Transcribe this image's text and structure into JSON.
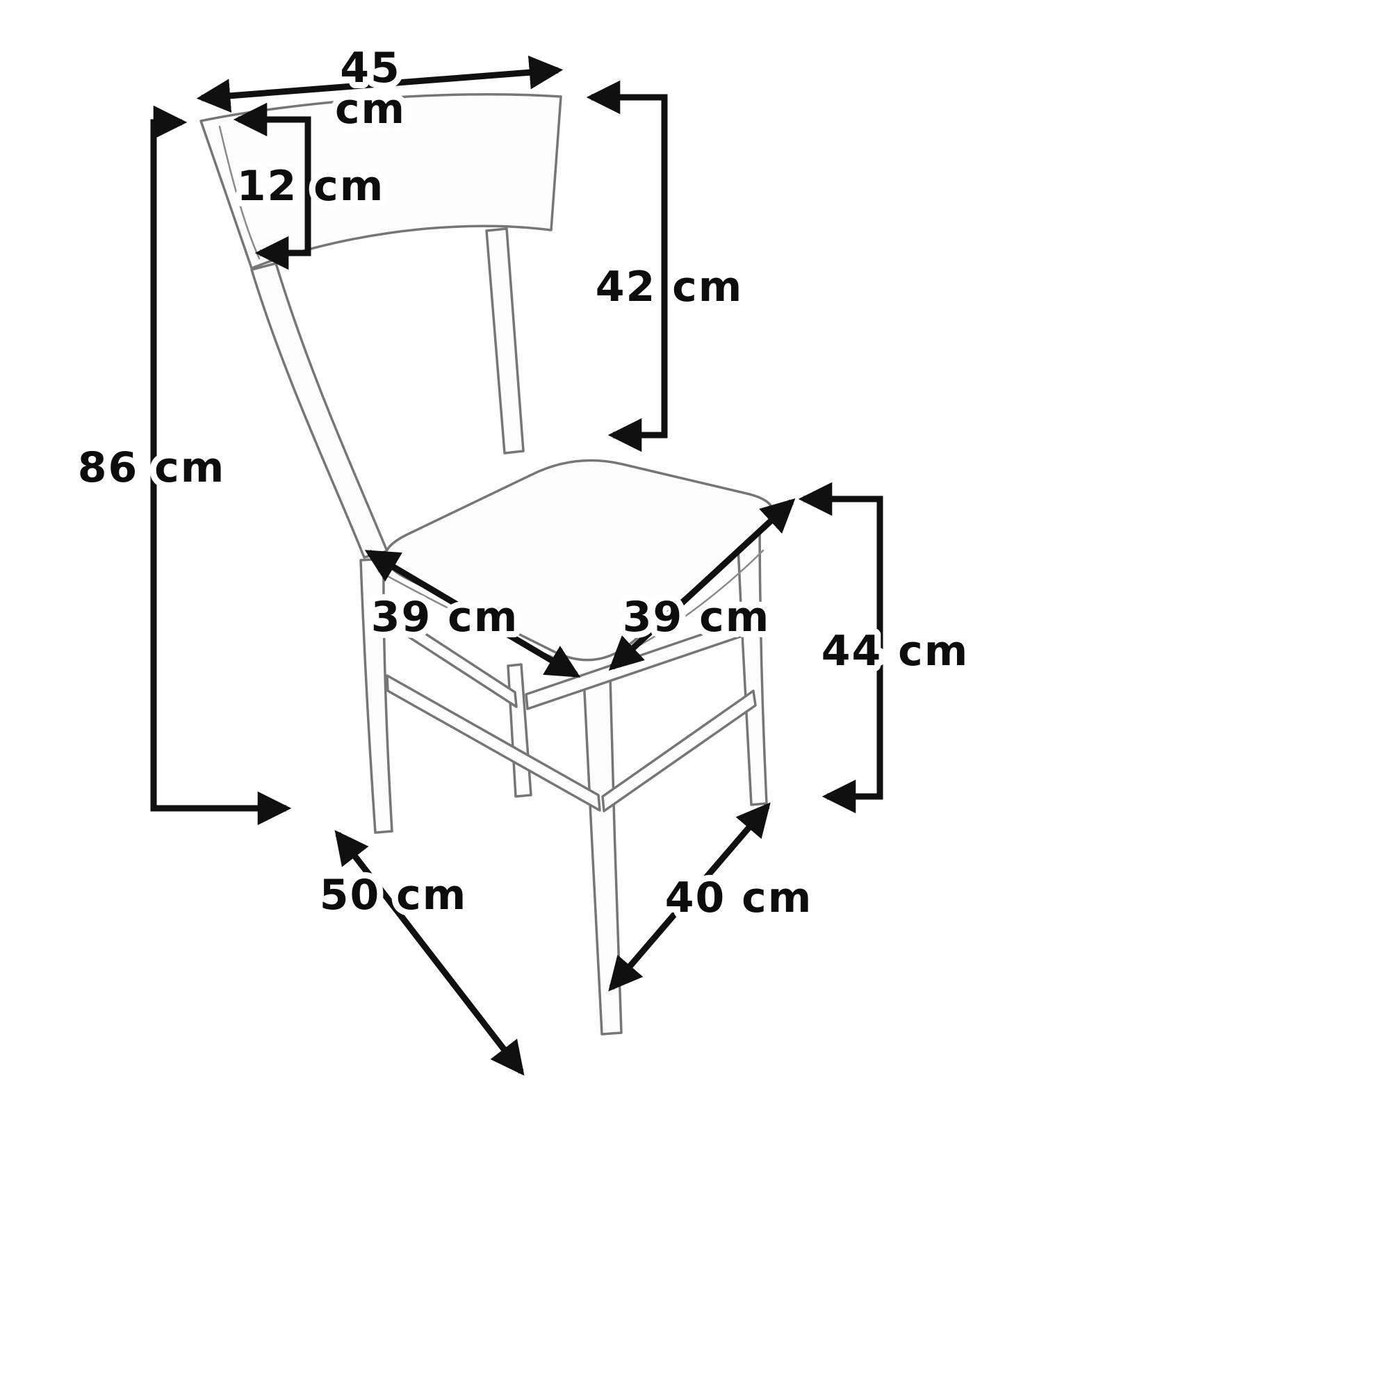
{
  "diagram": {
    "subject": "Chair dimensions drawing",
    "unit": "cm",
    "dimensions": {
      "backrest_width": {
        "value": 45,
        "label_line1": "45",
        "label_line2": "cm"
      },
      "backrest_height": {
        "value": 12,
        "label": "12 cm"
      },
      "backrest_to_seat": {
        "value": 42,
        "label": "42 cm"
      },
      "total_height": {
        "value": 86,
        "label": "86 cm"
      },
      "seat_front_width": {
        "value": 39,
        "label": "39 cm"
      },
      "seat_side_depth": {
        "value": 39,
        "label": "39 cm"
      },
      "seat_height": {
        "value": 44,
        "label": "44 cm"
      },
      "overall_depth": {
        "value": 50,
        "label": "50 cm"
      },
      "overall_width": {
        "value": 40,
        "label": "40 cm"
      }
    },
    "colors": {
      "background": "#ffffff",
      "dimension_lines": "#101010",
      "chair_outline": "#767676"
    }
  }
}
